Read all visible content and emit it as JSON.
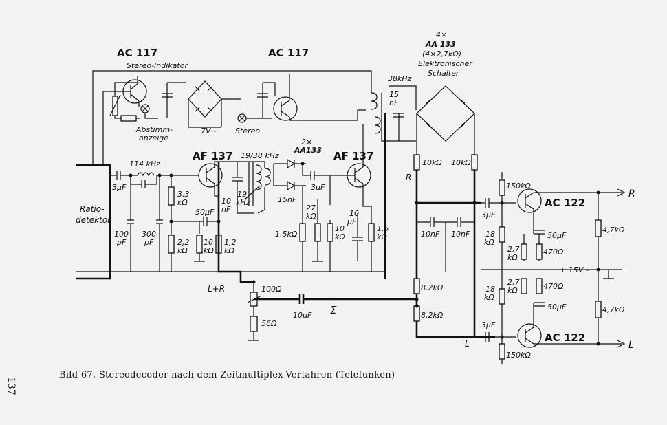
{
  "transistors": {
    "ac117_left": "AC 117",
    "ac117_right": "AC 117",
    "af137_left": "AF 137",
    "af137_right": "AF 137",
    "ac122_top": "AC 122",
    "ac122_bottom": "AC 122"
  },
  "labels": {
    "stereo_indikator": "Stereo-Indikator",
    "abstimm1": "Abstimm-",
    "abstimm2": "anzeige",
    "stereo": "Stereo",
    "v7": "7V~",
    "switch_count": "4×",
    "switch_type": "AA 133",
    "switch_res": "(4×2,7kΩ)",
    "switch_name1": "Elektronischer",
    "switch_name2": "Schalter",
    "f38": "38kHz",
    "c15a": "15",
    "c15b": "nF",
    "ratio1": "Ratio-",
    "ratio2": "detektor",
    "f114": "114 kHz",
    "c3uf_a": "3μF",
    "c100a": "100",
    "c100b": "pF",
    "c300a": "300",
    "c300b": "pF",
    "r33a": "3,3",
    "r33b": "kΩ",
    "r22a": "2,2",
    "r22b": "kΩ",
    "c50uf_a": "50μF",
    "r10k_a1": "10",
    "r10k_a2": "kΩ",
    "r12a": "1,2",
    "r12b": "kΩ",
    "c10nf_a1": "10",
    "c10nf_a2": "nF",
    "f1938": "19/38 kHz",
    "f19a": "19",
    "f19b": "kHz",
    "diodes2": "2×",
    "diodes2t": "AA133",
    "c15nf": "15nF",
    "c3uf_b": "3μF",
    "r27a": "27",
    "r27b": "kΩ",
    "r15k": "1,5kΩ",
    "r10k_b1": "10",
    "r10k_b2": "kΩ",
    "c10uf_a1": "10",
    "c10uf_a2": "μF",
    "r15b1": "1,5",
    "r15b2": "kΩ",
    "r10k_sw1": "10kΩ",
    "r10k_sw2": "10kΩ",
    "R_mid": "R",
    "c10nf_b": "10nF",
    "c10nf_c": "10nF",
    "r82a": "8,2kΩ",
    "r82b": "8,2kΩ",
    "L_mid": "L",
    "LplusR": "L+R",
    "r100": "100Ω",
    "r56": "56Ω",
    "c10uf_b": "10μF",
    "sigma": "Σ",
    "r150a": "150kΩ",
    "r150b": "150kΩ",
    "c3uf_c": "3μF",
    "c3uf_d": "3μF",
    "r18a1": "18",
    "r18a2": "kΩ",
    "r18b1": "18",
    "r18b2": "kΩ",
    "r27c1": "2,7",
    "r27c2": "kΩ",
    "r27d1": "2,7",
    "r27d2": "kΩ",
    "c50uf_b": "50μF",
    "c50uf_c": "50μF",
    "r470a": "470Ω",
    "r470b": "470Ω",
    "r47a": "4,7kΩ",
    "r47b": "4,7kΩ",
    "supply": "+ 15V –",
    "out_R": "R",
    "out_L": "L"
  },
  "caption": "Bild 67. Stereodecoder nach dem Zeitmultiplex-Verfahren (Telefunken)",
  "page_number": "137"
}
